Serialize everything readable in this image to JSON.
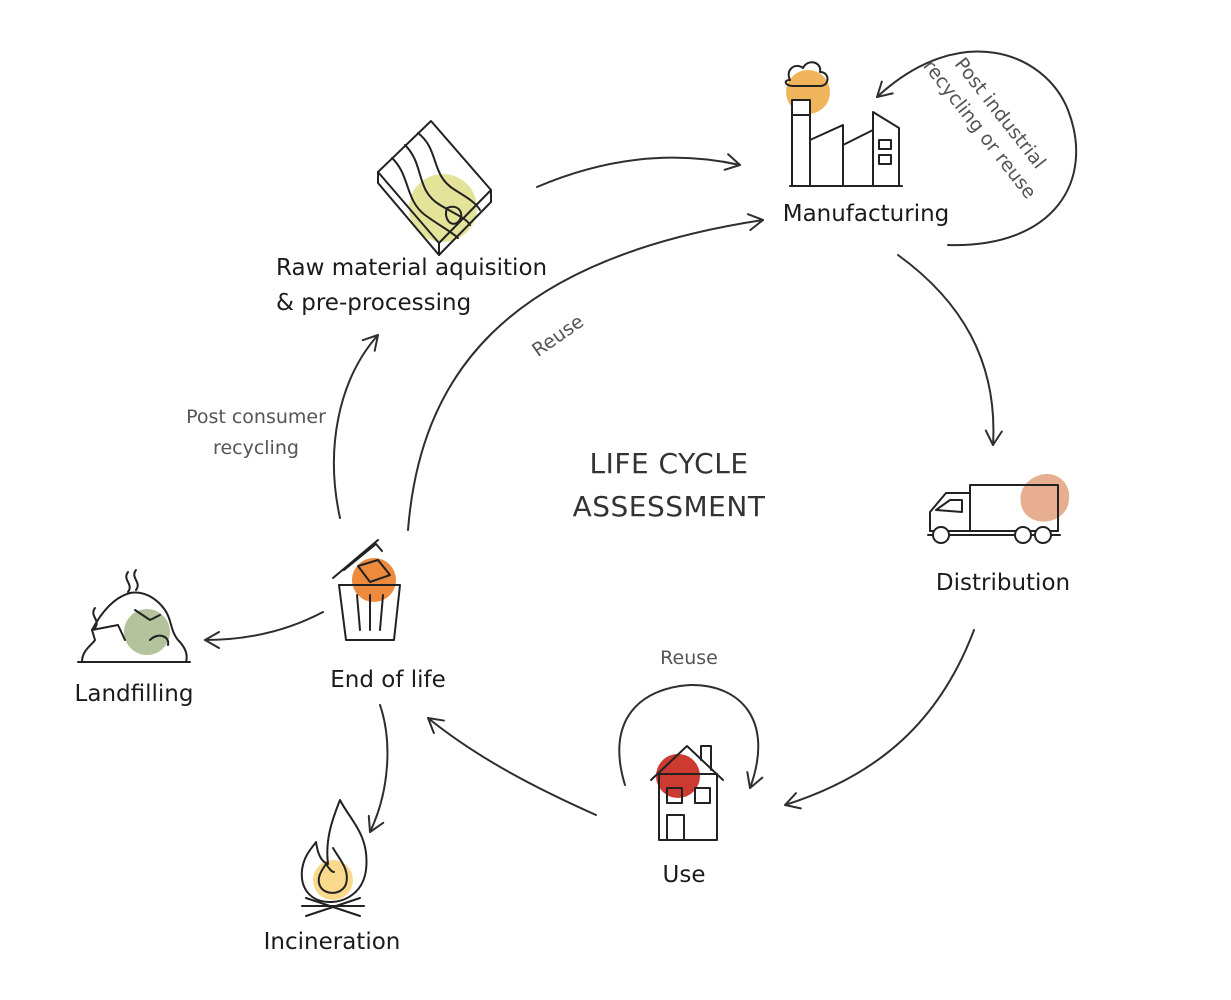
{
  "title": {
    "line1": "LIFE CYCLE",
    "line2": "ASSESSMENT"
  },
  "stages": {
    "raw_material": {
      "line1": "Raw material aquisition",
      "line2": "& pre-processing",
      "icon": "wood-plank-icon",
      "color": "#e3e49a"
    },
    "manufacturing": {
      "label": "Manufacturing",
      "icon": "factory-icon",
      "color": "#f0b55a"
    },
    "distribution": {
      "label": "Distribution",
      "icon": "truck-icon",
      "color": "#e7ae91"
    },
    "use": {
      "label": "Use",
      "icon": "house-icon",
      "color": "#cc3a30"
    },
    "end_of_life": {
      "label": "End of life",
      "icon": "trash-bin-icon",
      "color": "#ee8a3c"
    },
    "landfilling": {
      "label": "Landfilling",
      "icon": "landfill-icon",
      "color": "#b4c39b"
    },
    "incineration": {
      "label": "Incineration",
      "icon": "fire-icon",
      "color": "#f9d98c"
    }
  },
  "flows": {
    "post_industrial": {
      "line1": "Post industrial",
      "line2": "recycling or reuse"
    },
    "reuse_main": "Reuse",
    "post_consumer": {
      "line1": "Post consumer",
      "line2": "recycling"
    },
    "reuse_use": "Reuse"
  }
}
